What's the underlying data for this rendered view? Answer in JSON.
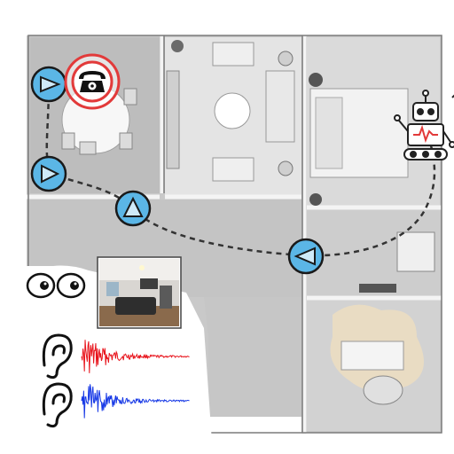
{
  "scene": {
    "rooms": [
      "dining-room",
      "living-room",
      "bedroom",
      "hallway",
      "study"
    ],
    "icons": {
      "phone": "telephone-icon",
      "robot": "robot-icon",
      "eyes": "eyes-icon",
      "ears": [
        "ear-icon",
        "ear-icon"
      ],
      "waypoints": [
        "waypoint-arrow-icon",
        "waypoint-arrow-icon",
        "waypoint-arrow-icon",
        "waypoint-arrow-icon"
      ]
    },
    "colors": {
      "waypoint_fill": "#5bb6e6",
      "waypoint_stroke": "#1a1a1a",
      "phone_ring": "#e23a3a",
      "audio_left": "#e8141c",
      "audio_right": "#1638e6",
      "path": "#333333"
    },
    "camera_view": "room-photo"
  }
}
